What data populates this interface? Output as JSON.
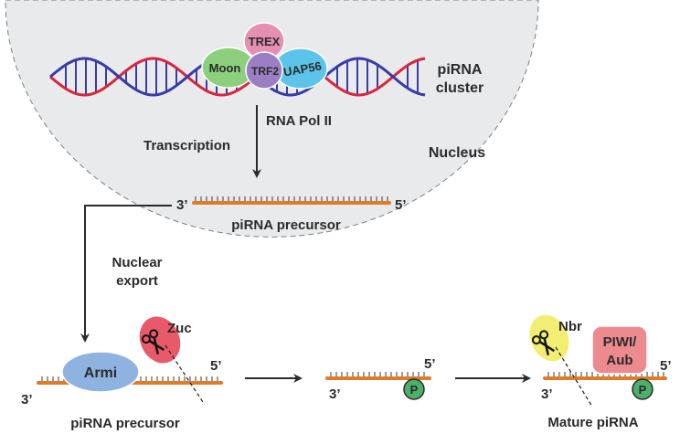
{
  "nucleus": {
    "label": "Nucleus"
  },
  "cluster": {
    "label_line1": "piRNA",
    "label_line2": "cluster"
  },
  "proteins": {
    "trex": "TREX",
    "moon": "Moon",
    "trf2": "TRF2",
    "uap56": "UAP56"
  },
  "steps": {
    "pol": "RNA Pol II",
    "transcription": "Transcription",
    "export_line1": "Nuclear",
    "export_line2": "export"
  },
  "precursor_nuclear": {
    "end3": "3’",
    "end5": "5’",
    "label": "piRNA precursor"
  },
  "stage1": {
    "armi": "Armi",
    "zuc": "Zuc",
    "end3": "3’",
    "end5": "5’",
    "label": "piRNA precursor"
  },
  "stage2": {
    "end3": "3’",
    "end5": "5’",
    "phosphate": "P"
  },
  "stage3": {
    "nbr": "Nbr",
    "piwi_line1": "PIWI/",
    "piwi_line2": "Aub",
    "end3": "3’",
    "end5": "5’",
    "phosphate": "P",
    "label": "Mature piRNA"
  },
  "colors": {
    "nucleus_fill": "#e9eaeb",
    "dna_red": "#d7263d",
    "dna_blue": "#3a3aa8",
    "rna_orange": "#e07b28",
    "trex": "#e58fb3",
    "moon": "#8ccf7d",
    "trf2": "#9c7ec4",
    "uap56": "#5bc4e8",
    "armi": "#8fb3e0",
    "zuc": "#e8596a",
    "nbr": "#f2ee72",
    "piwi": "#ec8a8f",
    "phosphate": "#4caf6a"
  }
}
